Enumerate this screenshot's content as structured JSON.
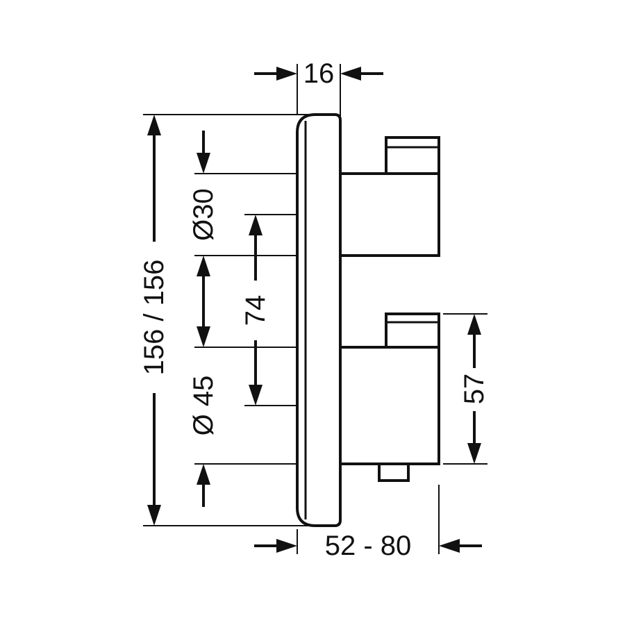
{
  "page": {
    "background": "#ffffff"
  },
  "drawing": {
    "line_color": "#111111",
    "labels": {
      "plate_depth": "16",
      "overall_height": "156 / 156",
      "top_handle_diameter": "Ø30",
      "handle_spacing": "74",
      "bottom_handle_diameter": "Ø 45",
      "bottom_handle_height": "57",
      "install_depth_range": "52 - 80"
    }
  }
}
